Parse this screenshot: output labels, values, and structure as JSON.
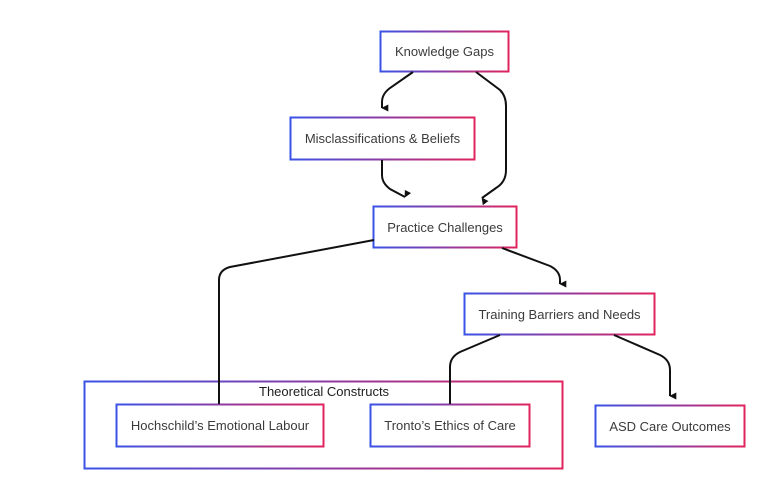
{
  "colors": {
    "gradient_start": "#3a52e6",
    "gradient_end": "#e0245e",
    "edge": "#111111",
    "text": "#3b3b3b"
  },
  "nodes": {
    "knowledge_gaps": "Knowledge Gaps",
    "misclassifications": "Misclassifications & Beliefs",
    "practice_challenges": "Practice Challenges",
    "training_barriers": "Training Barriers and Needs",
    "hochschild": "Hochschild’s Emotional Labour",
    "tronto": "Tronto’s Ethics of Care",
    "asd_outcomes": "ASD Care Outcomes"
  },
  "groups": {
    "theoretical_constructs": "Theoretical Constructs"
  },
  "edges": [
    {
      "from": "Knowledge Gaps",
      "to": "Misclassifications & Beliefs",
      "arrow": true
    },
    {
      "from": "Knowledge Gaps",
      "to": "Practice Challenges",
      "arrow": true
    },
    {
      "from": "Misclassifications & Beliefs",
      "to": "Practice Challenges",
      "arrow": true
    },
    {
      "from": "Practice Challenges",
      "to": "Training Barriers and Needs",
      "arrow": true
    },
    {
      "from": "Practice Challenges",
      "to": "Hochschild’s Emotional Labour",
      "arrow": false
    },
    {
      "from": "Training Barriers and Needs",
      "to": "Tronto’s Ethics of Care",
      "arrow": false
    },
    {
      "from": "Training Barriers and Needs",
      "to": "ASD Care Outcomes",
      "arrow": true
    }
  ]
}
